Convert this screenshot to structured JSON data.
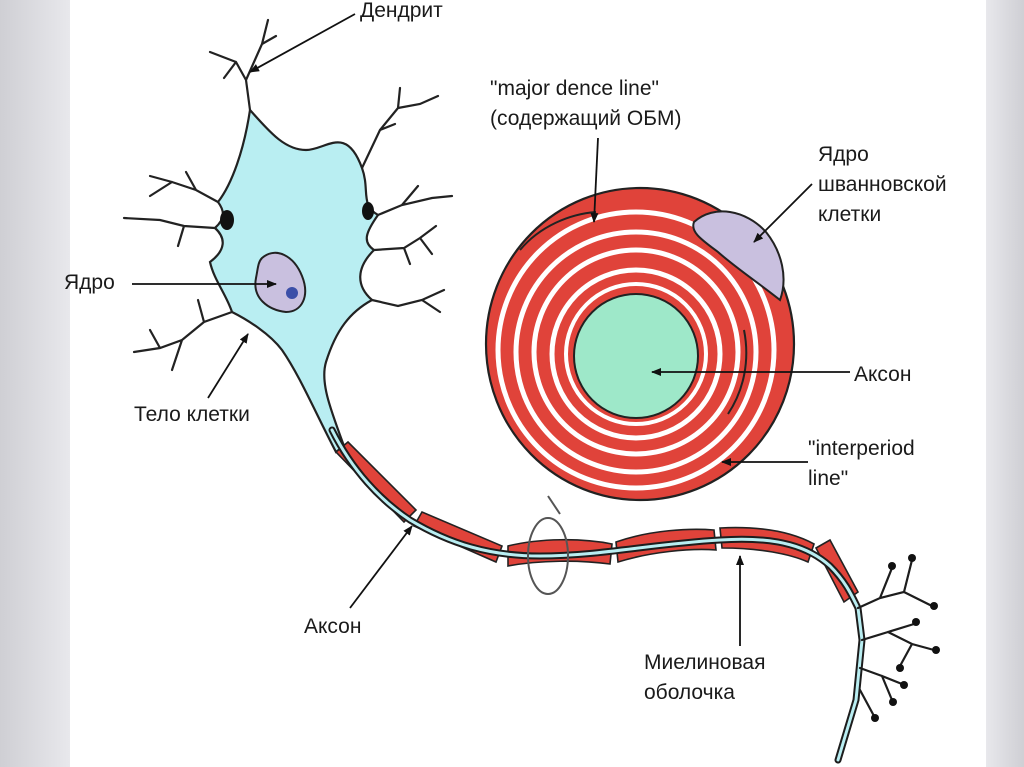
{
  "labels": {
    "dendrite": "Дендрит",
    "major_line_1": "\"major dence line\"",
    "major_line_2": "(содержащий ОБМ)",
    "schwann_1": "Ядро",
    "schwann_2": "шванновской",
    "schwann_3": "клетки",
    "nucleus": "Ядро",
    "axon_cross": "Аксон",
    "interperiod_1": "\"interperiod",
    "interperiod_2": "line\"",
    "cell_body": "Тело клетки",
    "axon": "Аксон",
    "myelin_1": "Миелиновая",
    "myelin_2": "оболочка"
  },
  "colors": {
    "cytoplasm": "#b9eef2",
    "myelin": "#e0433a",
    "axon_core": "#9ee8c9",
    "nucleus": "#c9c0df",
    "nucleolus": "#3b4fa8",
    "outline": "#222222"
  }
}
